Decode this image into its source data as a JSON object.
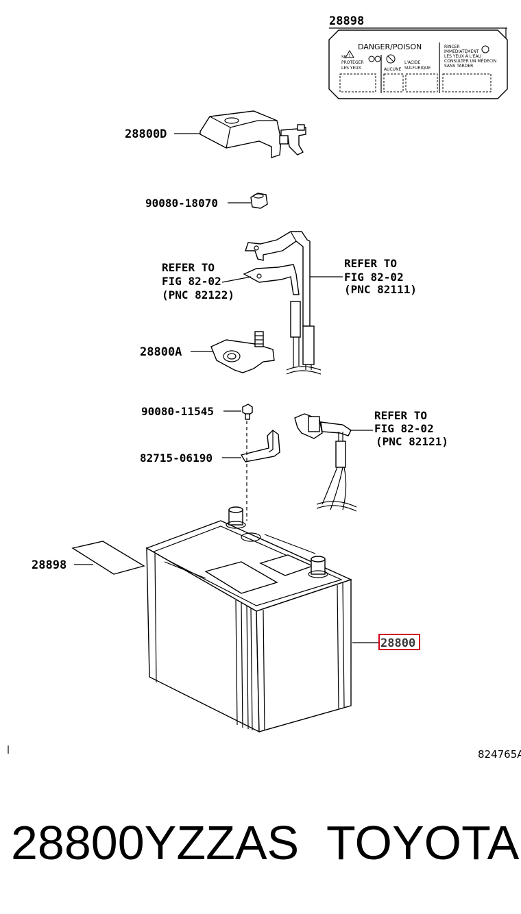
{
  "labels": {
    "label_top": "28898",
    "cover": "28800D",
    "nut": "90080-18070",
    "refer_left": [
      "REFER TO",
      "FIG 82-02",
      "(PNC 82122)"
    ],
    "refer_right": [
      "REFER TO",
      "FIG 82-02",
      "(PNC 82111)"
    ],
    "terminal": "28800A",
    "bolt": "90080-11545",
    "refer_lower": [
      "REFER TO",
      "FIG 82-02",
      "(PNC 82121)"
    ],
    "clamp": "82715-06190",
    "label_left": "28898",
    "battery": "28800",
    "illustration_id": "824765A"
  },
  "warning_label": {
    "heading": "DANGER/POISON",
    "col1": [
      "SE",
      "PROTÉGER",
      "LES YEUX"
    ],
    "col2": [
      "AUCUNE"
    ],
    "col3": [
      "L'ACIDE",
      "SULFURIQUE"
    ],
    "col4": [
      "RINCER",
      "IMMÉDIATEMENT",
      "LES YEUX À L'EAU",
      "CONSULTER UN MÉDECIN",
      "SANS TARDER"
    ]
  },
  "caption": {
    "part_number": "28800YZZAS",
    "brand": "TOYOTA"
  },
  "colors": {
    "highlight": "#d0021b"
  }
}
